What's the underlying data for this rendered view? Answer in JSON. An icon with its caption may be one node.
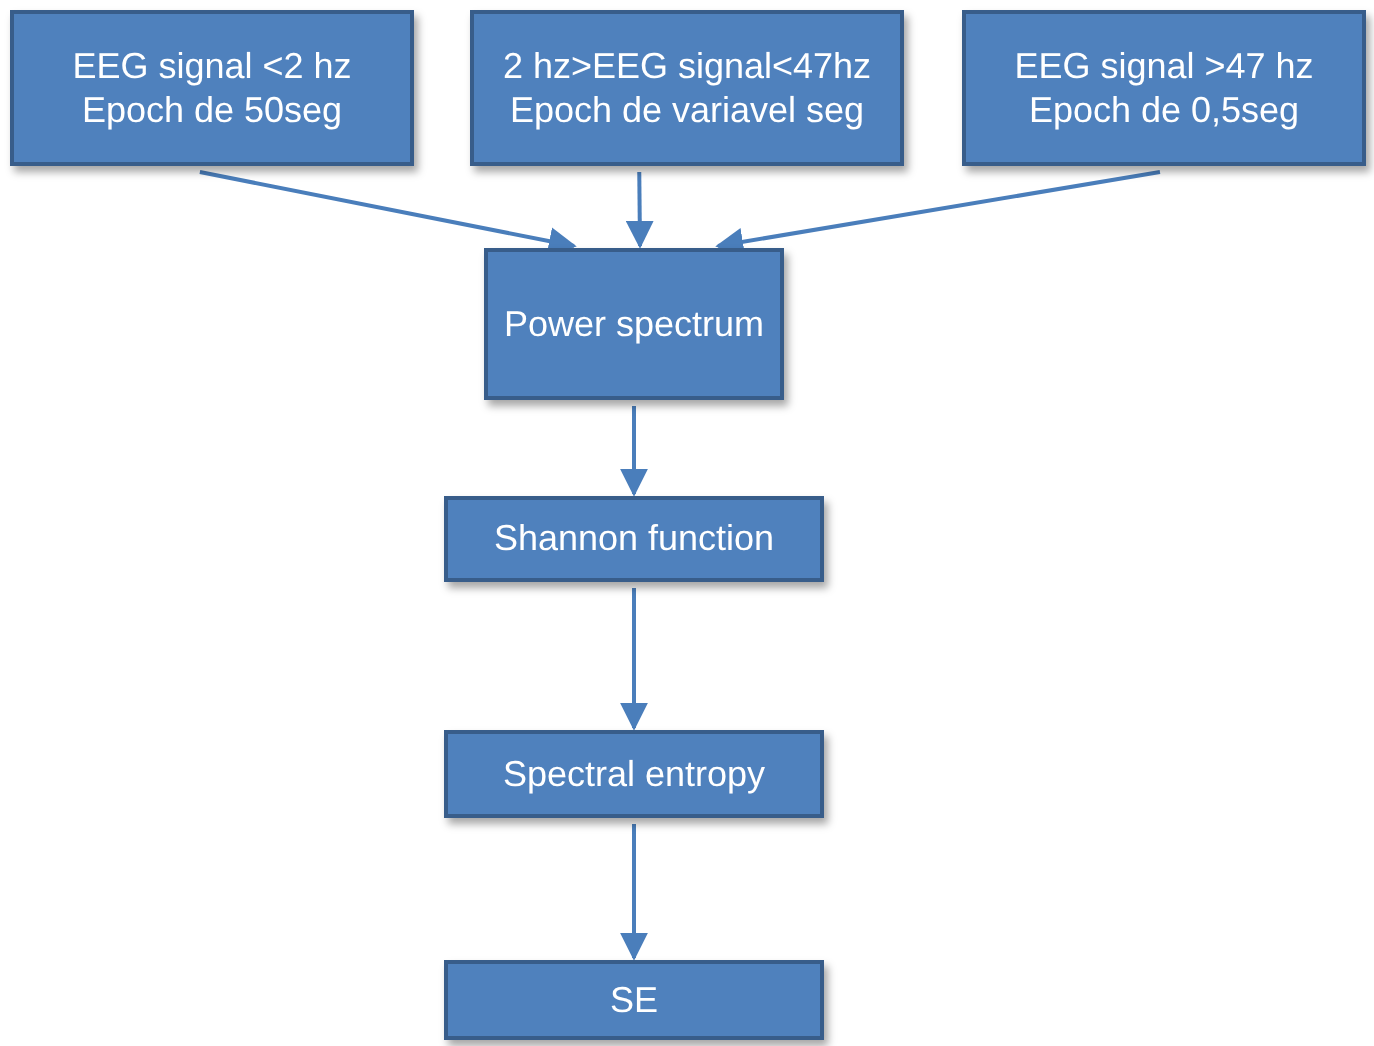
{
  "diagram": {
    "nodes": [
      {
        "text": [
          "EEG signal <2 hz",
          "Epoch de 50seg"
        ]
      },
      {
        "text": [
          "2 hz>EEG signal<47hz",
          "Epoch de variavel seg"
        ]
      },
      {
        "text": [
          "EEG signal >47 hz",
          "Epoch de 0,5seg"
        ]
      },
      {
        "text": [
          "Power spectrum"
        ]
      },
      {
        "text": [
          "Shannon function"
        ]
      },
      {
        "text": [
          "Spectral entropy"
        ]
      },
      {
        "text": [
          "SE"
        ]
      }
    ],
    "edges": [
      {
        "from": 0,
        "to": 3,
        "arrow": "to"
      },
      {
        "from": 1,
        "to": 3,
        "arrow": "to"
      },
      {
        "from": 2,
        "to": 3,
        "arrow": "to"
      },
      {
        "from": 3,
        "to": 4,
        "arrow": "to"
      },
      {
        "from": 4,
        "to": 5,
        "arrow": "to"
      },
      {
        "from": 5,
        "to": 6,
        "arrow": "to"
      }
    ]
  }
}
